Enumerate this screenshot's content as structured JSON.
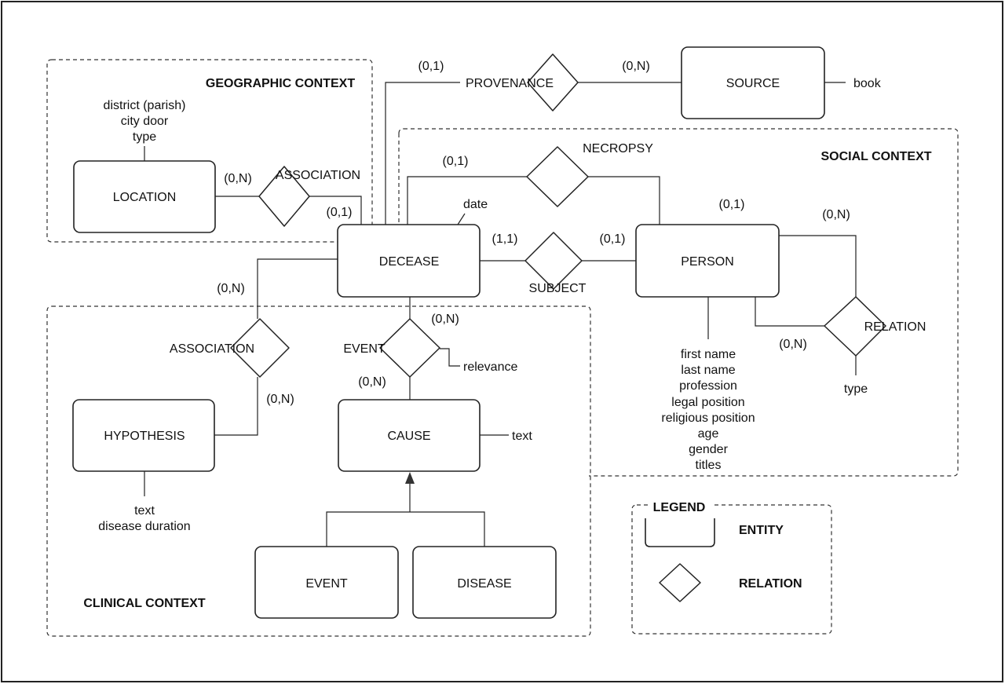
{
  "contexts": {
    "geographic": "GEOGRAPHIC CONTEXT",
    "social": "SOCIAL CONTEXT",
    "clinical": "CLINICAL CONTEXT"
  },
  "entities": {
    "location": "LOCATION",
    "decease": "DECEASE",
    "source": "SOURCE",
    "person": "PERSON",
    "hypothesis": "HYPOTHESIS",
    "cause": "CAUSE",
    "event": "EVENT",
    "disease": "DISEASE"
  },
  "relations": {
    "provenance": "PROVENANCE",
    "association_geo": "ASSOCIATION",
    "necropsy": "NECROPSY",
    "subject": "SUBJECT",
    "relation": "RELATION",
    "association_clin": "ASSOCIATION",
    "event_rel": "EVENT"
  },
  "attributes": {
    "location": [
      "district (parish)",
      "city door",
      "type"
    ],
    "source": "book",
    "decease": "date",
    "person": [
      "first name",
      "last name",
      "profession",
      "legal position",
      "religious position",
      "age",
      "gender",
      "titles"
    ],
    "relation": "type",
    "hypothesis": [
      "text",
      "disease duration"
    ],
    "cause": "text",
    "event_rel": "relevance"
  },
  "cardinalities": {
    "provenance_decease": "(0,1)",
    "provenance_source": "(0,N)",
    "assoc_location": "(0,N)",
    "assoc_decease": "(0,1)",
    "necropsy_decease": "(0,1)",
    "necropsy_person": "(0,1)",
    "subject_decease": "(1,1)",
    "subject_person": "(0,1)",
    "relation_top": "(0,N)",
    "relation_bottom": "(0,N)",
    "assoc_clin_decease": "(0,N)",
    "assoc_clin_hypothesis": "(0,N)",
    "event_decease": "(0,N)",
    "event_cause": "(0,N)"
  },
  "legend": {
    "title": "LEGEND",
    "entity": "ENTITY",
    "relation": "RELATION"
  }
}
